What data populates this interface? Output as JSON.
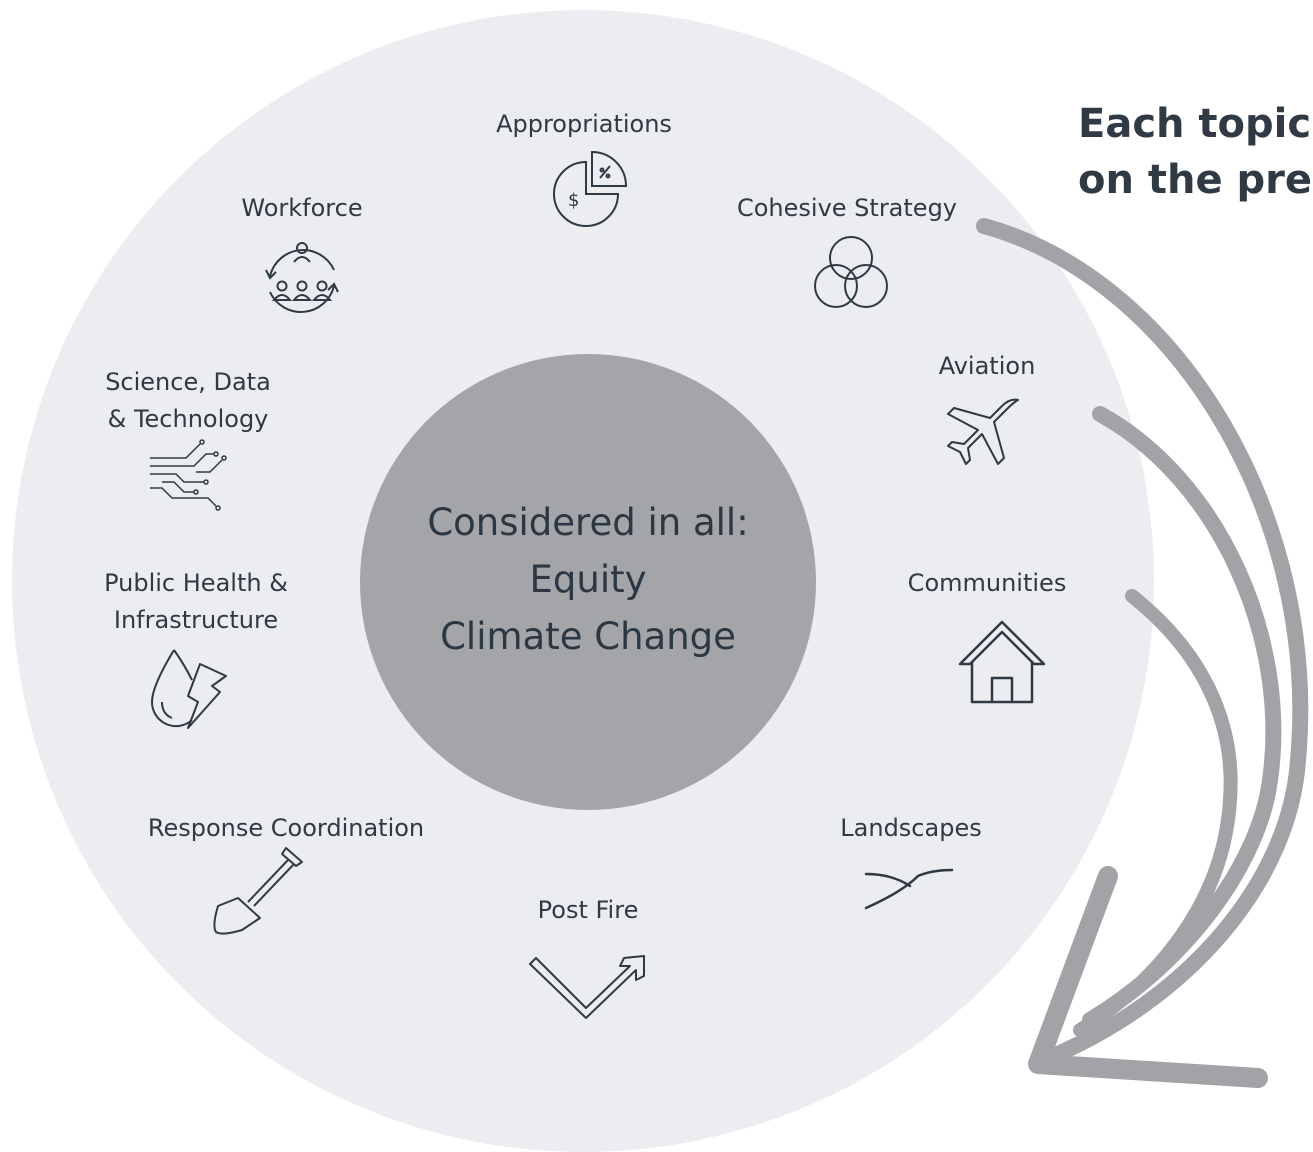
{
  "diagram": {
    "center": {
      "line1": "Considered in all:",
      "line2": "Equity",
      "line3": "Climate Change"
    },
    "heading": {
      "line1": "Each topic",
      "line2": "on the pre"
    },
    "topics": {
      "appropriations": "Appropriations",
      "workforce": "Workforce",
      "cohesive_strategy": "Cohesive Strategy",
      "science_line1": "Science, Data",
      "science_line2": "& Technology",
      "aviation": "Aviation",
      "public_health_line1": "Public Health &",
      "public_health_line2": "Infrastructure",
      "communities": "Communities",
      "response_coordination": "Response Coordination",
      "landscapes": "Landscapes",
      "post_fire": "Post Fire"
    },
    "colors": {
      "outer_circle": "#ecedf0",
      "inner_circle": "#a4a5a8",
      "text": "#2f3a44",
      "arrows": "#a2a3a6"
    }
  }
}
